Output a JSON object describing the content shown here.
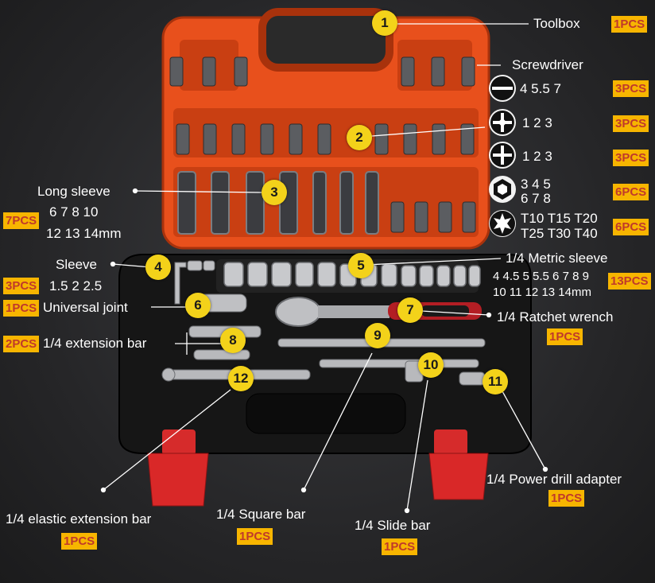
{
  "toolbox": {
    "label": "Toolbox",
    "qty": "1PCS"
  },
  "screwdriver": {
    "label": "Screwdriver",
    "rows": [
      {
        "icon": "slotted-bit-icon",
        "sizes": "4  5.5  7",
        "qty": "3PCS"
      },
      {
        "icon": "phillips-bit-icon",
        "sizes": "1   2   3",
        "qty": "3PCS"
      },
      {
        "icon": "pozidriv-bit-icon",
        "sizes": "1   2   3",
        "qty": "3PCS"
      },
      {
        "icon": "hex-bit-icon",
        "sizes_line1": "3   4   5",
        "sizes_line2": "6   7   8",
        "qty": "6PCS"
      },
      {
        "icon": "torx-bit-icon",
        "sizes_line1": "T10 T15 T20",
        "sizes_line2": "T25 T30 T40",
        "qty": "6PCS"
      }
    ]
  },
  "long_sleeve": {
    "label": "Long sleeve",
    "qty": "7PCS",
    "sizes_line1": "6    7    8    10",
    "sizes_line2": "12   13   14mm"
  },
  "sleeve": {
    "label": "Sleeve",
    "qty": "3PCS",
    "sizes": "1.5    2    2.5"
  },
  "universal_joint": {
    "label": "Universal joint",
    "qty": "1PCS"
  },
  "extension_bar": {
    "label": "1/4 extension bar",
    "qty": "2PCS"
  },
  "metric_sleeve": {
    "label": "1/4 Metric sleeve",
    "qty": "13PCS",
    "sizes_line1": "4 4.5 5 5.5 6 7 8 9",
    "sizes_line2": "10 11 12 13 14mm"
  },
  "ratchet_wrench": {
    "label": "1/4 Ratchet wrench",
    "qty": "1PCS"
  },
  "power_drill_adapter": {
    "label": "1/4 Power drill adapter",
    "qty": "1PCS"
  },
  "elastic_extension_bar": {
    "label": "1/4 elastic extension bar",
    "qty": "1PCS"
  },
  "square_bar": {
    "label": "1/4 Square bar",
    "qty": "1PCS"
  },
  "slide_bar": {
    "label": "1/4 Slide bar",
    "qty": "1PCS"
  },
  "callouts": [
    "1",
    "2",
    "3",
    "4",
    "5",
    "6",
    "7",
    "8",
    "9",
    "10",
    "11",
    "12"
  ],
  "colors": {
    "case_orange": "#e8501c",
    "case_black": "#161616",
    "callout_yellow": "#f3d21a",
    "badge_yellow": "#f7b500",
    "badge_text": "#c0392b"
  }
}
